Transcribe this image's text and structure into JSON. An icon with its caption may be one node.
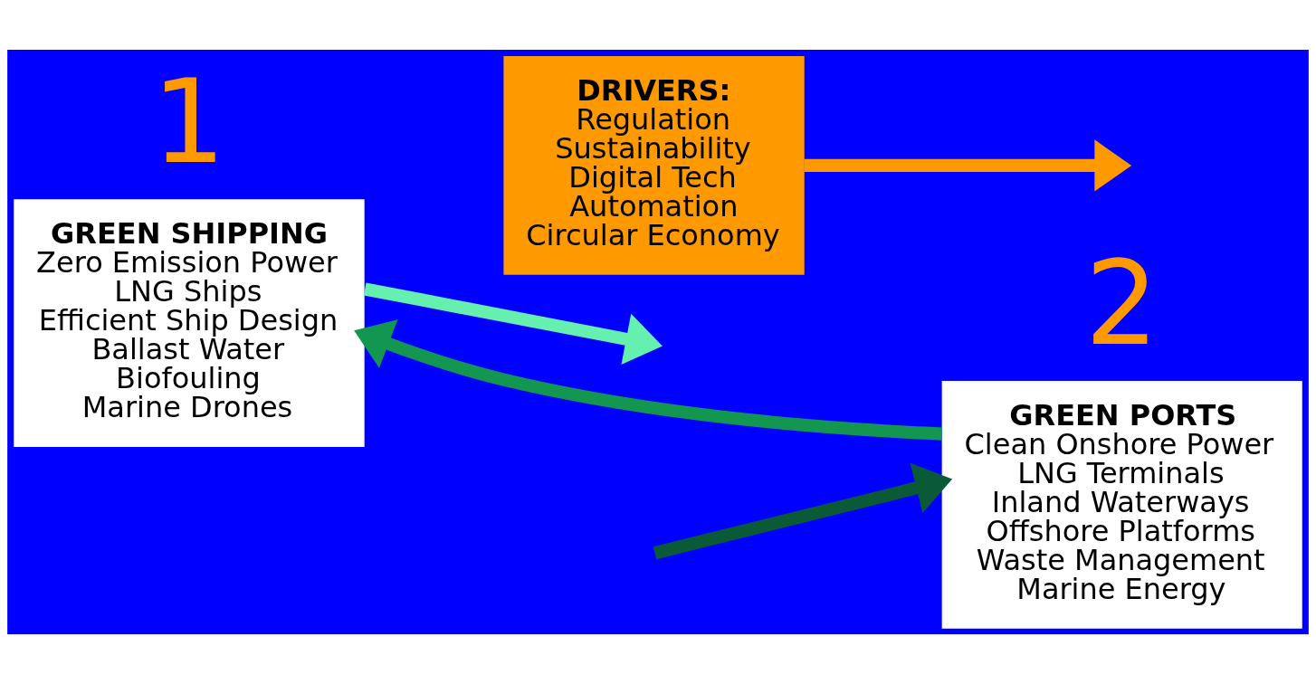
{
  "diagram": {
    "nodes": [
      {
        "text": [
          "GREEN SHIPPING",
          "Zero Emission Power",
          "LNG Ships",
          "Efficient Ship Design",
          "Ballast Water",
          "Biofouling",
          "Marine Drones"
        ],
        "beside": [
          "1"
        ]
      },
      {
        "text": [
          "DRIVERS:",
          "Regulation",
          "Sustainability",
          "Digital Tech",
          "Automation",
          "Circular Economy"
        ]
      },
      {
        "text": [
          "GREEN PORTS",
          "Clean Onshore Power",
          "LNG Terminals",
          "Inland Waterways",
          "Offshore Platforms",
          "Waste Management",
          "Marine Energy"
        ],
        "beside": [
          "2"
        ]
      }
    ],
    "edges": [
      {
        "from": 0,
        "to": null,
        "arrow": "to",
        "color": "#66f0b0"
      },
      {
        "from": null,
        "to": 2,
        "arrow": "to",
        "color": "#0a5a38"
      },
      {
        "from": 2,
        "to": 0,
        "arrow": "to",
        "color": "#129650"
      },
      {
        "from": 1,
        "to": null,
        "arrow": "to",
        "color": "#ff9900"
      }
    ]
  }
}
